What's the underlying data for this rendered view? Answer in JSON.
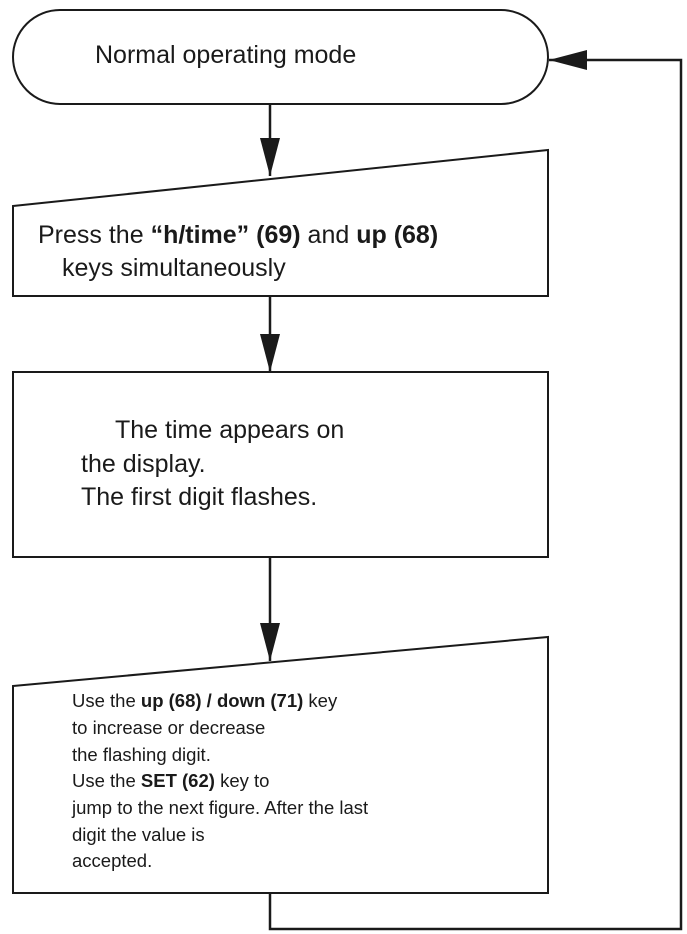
{
  "start": {
    "text": "Normal operating mode"
  },
  "step1": {
    "line1": {
      "pre": "Press the ",
      "key1": "“h/time” (69)",
      "mid": " and ",
      "key2": "up (68)"
    },
    "line2": "keys simultaneously"
  },
  "step2": {
    "line1": "The time appears on",
    "line2": "the display.",
    "line3": "The first digit flashes."
  },
  "step3": {
    "line1": {
      "pre": "Use the ",
      "key1": "up (68) / down (71)",
      "post": " key"
    },
    "line2": "to increase or decrease",
    "line3": "the flashing digit.",
    "line4": {
      "pre": "Use the ",
      "key": "SET (62)",
      "post": " key to"
    },
    "line5": "jump to the next figure. After the last",
    "line6": "digit the value is",
    "line7": "accepted."
  },
  "colors": {
    "stroke": "#1a1a1a",
    "background": "#ffffff"
  }
}
